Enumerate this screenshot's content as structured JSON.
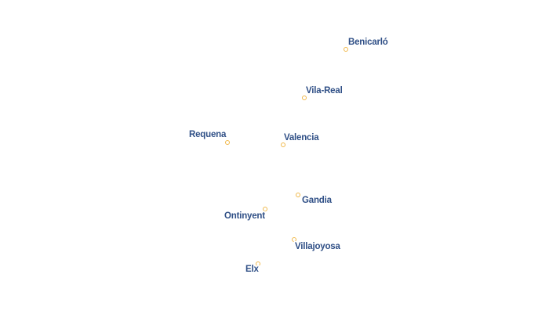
{
  "colors": {
    "label_text": "#2f4f86",
    "marker_stroke": "#f0b84a",
    "background": "#ffffff"
  },
  "cities": [
    {
      "name": "Benicarló"
    },
    {
      "name": "Vila-Real"
    },
    {
      "name": "Requena"
    },
    {
      "name": "Valencia"
    },
    {
      "name": "Gandia"
    },
    {
      "name": "Ontinyent"
    },
    {
      "name": "Villajoyosa"
    },
    {
      "name": "Elx"
    }
  ]
}
